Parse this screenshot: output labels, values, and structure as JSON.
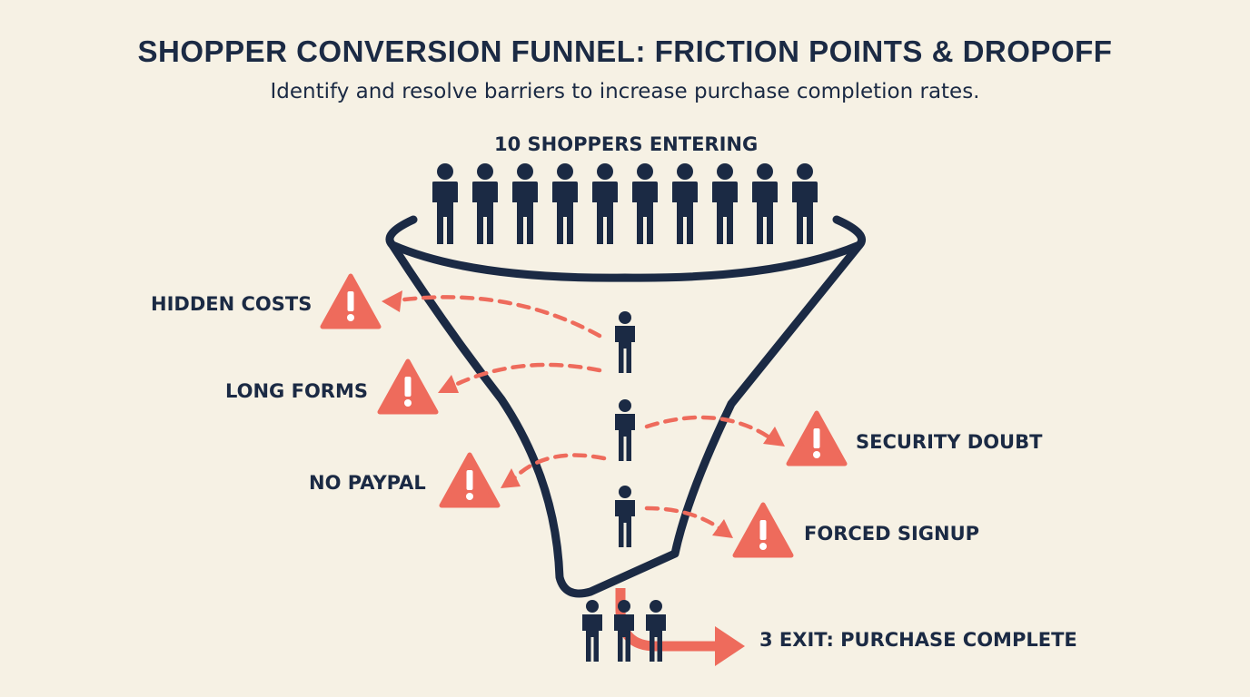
{
  "header": {
    "title": "SHOPPER CONVERSION FUNNEL: FRICTION POINTS & DROPOFF",
    "subtitle": "Identify and resolve barriers to increase purchase completion rates."
  },
  "entry": {
    "label": "10 SHOPPERS ENTERING",
    "count": 10
  },
  "friction_points": [
    {
      "label": "HIDDEN COSTS",
      "side": "left",
      "icon": "warning-icon"
    },
    {
      "label": "LONG FORMS",
      "side": "left",
      "icon": "warning-icon"
    },
    {
      "label": "SECURITY DOUBT",
      "side": "right",
      "icon": "warning-icon"
    },
    {
      "label": "NO PAYPAL",
      "side": "left",
      "icon": "warning-icon"
    },
    {
      "label": "FORCED SIGNUP",
      "side": "right",
      "icon": "warning-icon"
    }
  ],
  "exit": {
    "label": "3 EXIT: PURCHASE COMPLETE",
    "count": 3
  },
  "colors": {
    "navy": "#1b2a44",
    "coral": "#ee6b5c",
    "background": "#f6f1e4"
  }
}
